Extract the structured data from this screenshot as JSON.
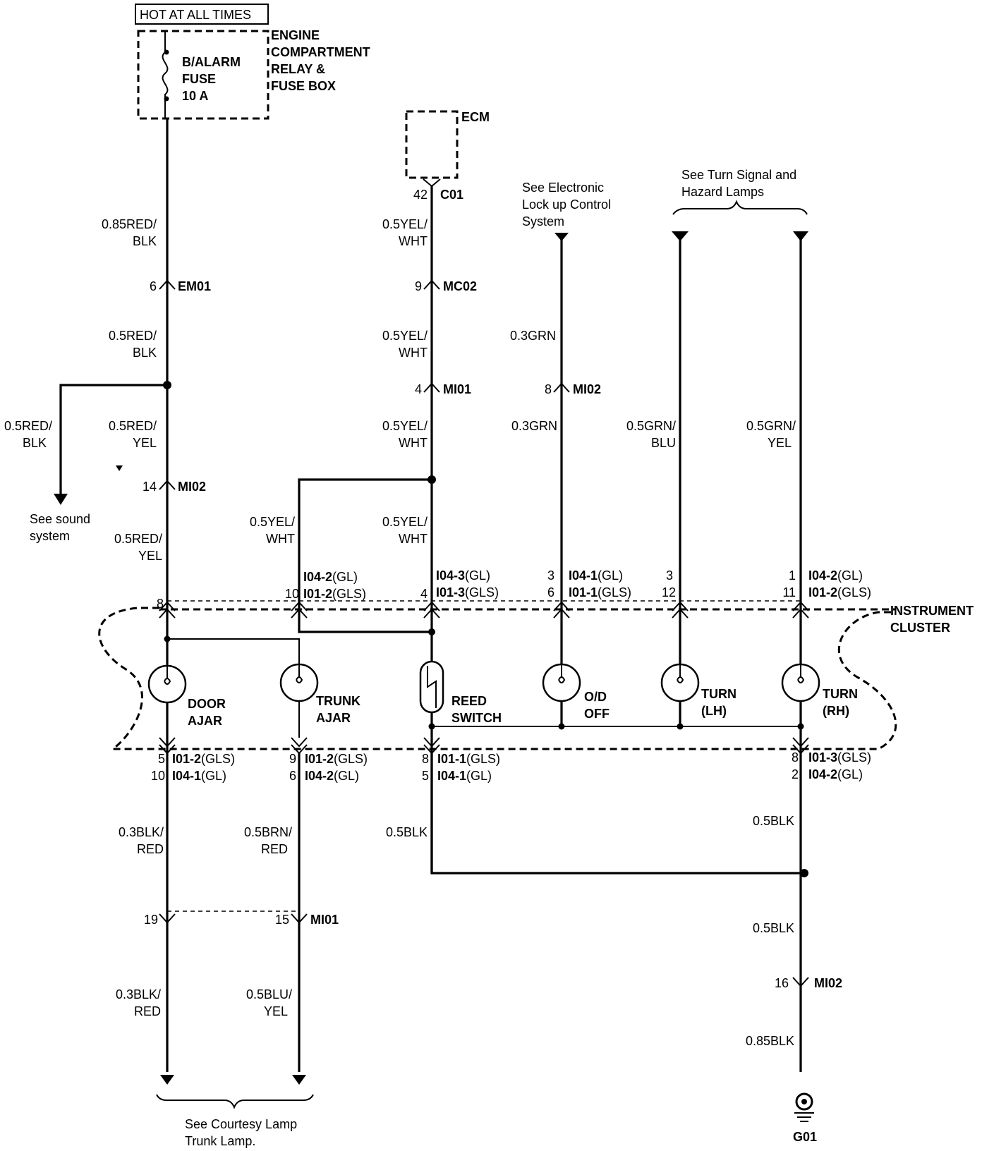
{
  "power": {
    "hot_label": "HOT AT ALL TIMES",
    "fuse_line1": "B/ALARM",
    "fuse_line2": "FUSE",
    "fuse_line3": "10 A",
    "box_line1": "ENGINE",
    "box_line2": "COMPARTMENT",
    "box_line3": "RELAY &",
    "box_line4": "FUSE BOX"
  },
  "ecm": {
    "label": "ECM",
    "pin": "42",
    "connector": "C01"
  },
  "left_branch": {
    "wire1_a": "0.85RED/",
    "wire1_b": "BLK",
    "conn1_pin": "6",
    "conn1": "EM01",
    "wire2_a": "0.5RED/",
    "wire2_b": "BLK",
    "side_wire_a": "0.5RED/",
    "side_wire_b": "BLK",
    "wire3_a": "0.5RED/",
    "wire3_b": "YEL",
    "conn2_pin": "14",
    "conn2": "MI02",
    "wire4_a": "0.5RED/",
    "wire4_b": "YEL",
    "sound_a": "See sound",
    "sound_b": "system",
    "cluster_pin": "8"
  },
  "ecm_branch": {
    "wire1_a": "0.5YEL/",
    "wire1_b": "WHT",
    "conn1_pin": "9",
    "conn1": "MC02",
    "wire2_a": "0.5YEL/",
    "wire2_b": "WHT",
    "conn2_pin": "4",
    "conn2": "MI01",
    "wire3_a": "0.5YEL/",
    "wire3_b": "WHT",
    "wire4_a": "0.5YEL/",
    "wire4_b": "WHT",
    "wire5_a": "0.5YEL/",
    "wire5_b": "WHT",
    "pin_top": "10",
    "conn_top_a": "I04-2",
    "conn_top_a_suffix": "(GL)",
    "conn_top_b": "I01-2",
    "conn_top_b_suffix": "(GLS)",
    "pin_mid": "4",
    "conn_mid_a": "I04-3",
    "conn_mid_a_suffix": "(GL)",
    "conn_mid_b": "I01-3",
    "conn_mid_b_suffix": "(GLS)"
  },
  "lockup": {
    "note_a": "See Electronic",
    "note_b": "Lock up Control",
    "note_c": "System",
    "wire1": "0.3GRN",
    "conn_pin": "8",
    "conn": "MI02",
    "wire2": "0.3GRN",
    "pin_gl": "3",
    "conn_gl": "I04-1",
    "conn_gl_suffix": "(GL)",
    "pin_gls": "6",
    "conn_gls": "I01-1",
    "conn_gls_suffix": "(GLS)"
  },
  "turn": {
    "note_a": "See Turn Signal and",
    "note_b": "Hazard Lamps",
    "lh_wire_a": "0.5GRN/",
    "lh_wire_b": "BLU",
    "rh_wire_a": "0.5GRN/",
    "rh_wire_b": "YEL",
    "lh_pin_gl": "3",
    "lh_pin_gls": "12",
    "rh_pin_gl": "1",
    "rh_pin_gls": "11",
    "rh_conn_gl": "I04-2",
    "rh_conn_gl_suffix": "(GL)",
    "rh_conn_gls": "I01-2",
    "rh_conn_gls_suffix": "(GLS)"
  },
  "cluster": {
    "label_a": "INSTRUMENT",
    "label_b": "CLUSTER",
    "door_a": "DOOR",
    "door_b": "AJAR",
    "trunk_a": "TRUNK",
    "trunk_b": "AJAR",
    "reed_a": "REED",
    "reed_b": "SWITCH",
    "od_a": "O/D",
    "od_b": "OFF",
    "turn_lh_a": "TURN",
    "turn_lh_b": "(LH)",
    "turn_rh_a": "TURN",
    "turn_rh_b": "(RH)"
  },
  "bottom": {
    "door_pin_gls": "5",
    "door_conn_gls": "I01-2",
    "door_conn_gls_suffix": "(GLS)",
    "door_pin_gl": "10",
    "door_conn_gl": "I04-1",
    "door_conn_gl_suffix": "(GL)",
    "trunk_pin_gls": "9",
    "trunk_conn_gls": "I01-2",
    "trunk_conn_gls_suffix": "(GLS)",
    "trunk_pin_gl": "6",
    "trunk_conn_gl": "I04-2",
    "trunk_conn_gl_suffix": "(GL)",
    "reed_pin_gls": "8",
    "reed_conn_gls": "I01-1",
    "reed_conn_gls_suffix": "(GLS)",
    "reed_pin_gl": "5",
    "reed_conn_gl": "I04-1",
    "reed_conn_gl_suffix": "(GL)",
    "rh_pin_gls": "8",
    "rh_conn_gls": "I01-3",
    "rh_conn_gls_suffix": "(GLS)",
    "rh_pin_gl": "2",
    "rh_conn_gl": "I04-2",
    "rh_conn_gl_suffix": "(GL)",
    "door_wire_a": "0.3BLK/",
    "door_wire_b": "RED",
    "trunk_wire_a": "0.5BRN/",
    "trunk_wire_b": "RED",
    "reed_wire": "0.5BLK",
    "rh_wire": "0.5BLK",
    "mi01_pin_left": "19",
    "mi01_pin_right": "15",
    "mi01": "MI01",
    "door_wire2_a": "0.3BLK/",
    "door_wire2_b": "RED",
    "trunk_wire2_a": "0.5BLU/",
    "trunk_wire2_b": "YEL",
    "ground_wire1": "0.5BLK",
    "ground_conn_pin": "16",
    "ground_conn": "MI02",
    "ground_wire2": "0.85BLK",
    "ground": "G01",
    "courtesy_a": "See Courtesy Lamp",
    "courtesy_b": "Trunk Lamp."
  }
}
